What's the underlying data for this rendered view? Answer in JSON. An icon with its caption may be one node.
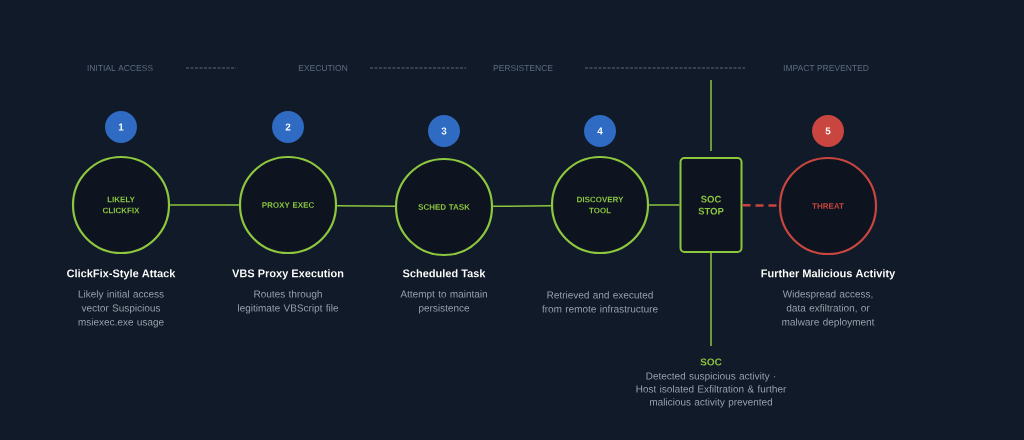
{
  "diagram": {
    "nodes": [
      {
        "text": [
          "1"
        ]
      },
      {
        "text": [
          "LIKELY CLICKFIX"
        ],
        "beside": [
          "ClickFix-Style Attack",
          "Likely initial access vector Suspicious msiexec.exe usage"
        ]
      },
      {
        "text": [
          "2"
        ]
      },
      {
        "text": [
          "PROXY EXEC"
        ],
        "beside": [
          "VBS Proxy Execution",
          "Routes through legitimate VBScript file"
        ]
      },
      {
        "text": [
          "3"
        ]
      },
      {
        "text": [
          "SCHED TASK"
        ],
        "beside": [
          "Scheduled Task",
          "Attempt to maintain persistence"
        ]
      },
      {
        "text": [
          "4"
        ]
      },
      {
        "text": [
          "DISCOVERY TOOL"
        ],
        "beside": [
          "Retrieved and executed from remote infrastructure"
        ]
      },
      {
        "text": [
          "SOC STOP"
        ],
        "beside": [
          "SOC",
          "Detected suspicious activity · Host isolated Exfiltration & further malicious activity prevented"
        ]
      },
      {
        "text": [
          "5"
        ]
      },
      {
        "text": [
          "THREAT"
        ],
        "beside": [
          "Further Malicious Activity",
          "Widespread access, data exfiltration, or malware deployment"
        ]
      }
    ],
    "edges": [
      {
        "from": 1,
        "to": 3,
        "arrow": "none"
      },
      {
        "from": 3,
        "to": 5,
        "arrow": "none"
      },
      {
        "from": 5,
        "to": 7,
        "arrow": "none"
      },
      {
        "from": 7,
        "to": 8,
        "arrow": "none"
      },
      {
        "from": 8,
        "to": 10,
        "arrow": "none",
        "style": "dashed",
        "color": "#c8463f"
      }
    ],
    "labels": [
      "INITIAL ACCESS",
      "EXECUTION",
      "PERSISTENCE",
      "IMPACT PREVENTED"
    ]
  }
}
